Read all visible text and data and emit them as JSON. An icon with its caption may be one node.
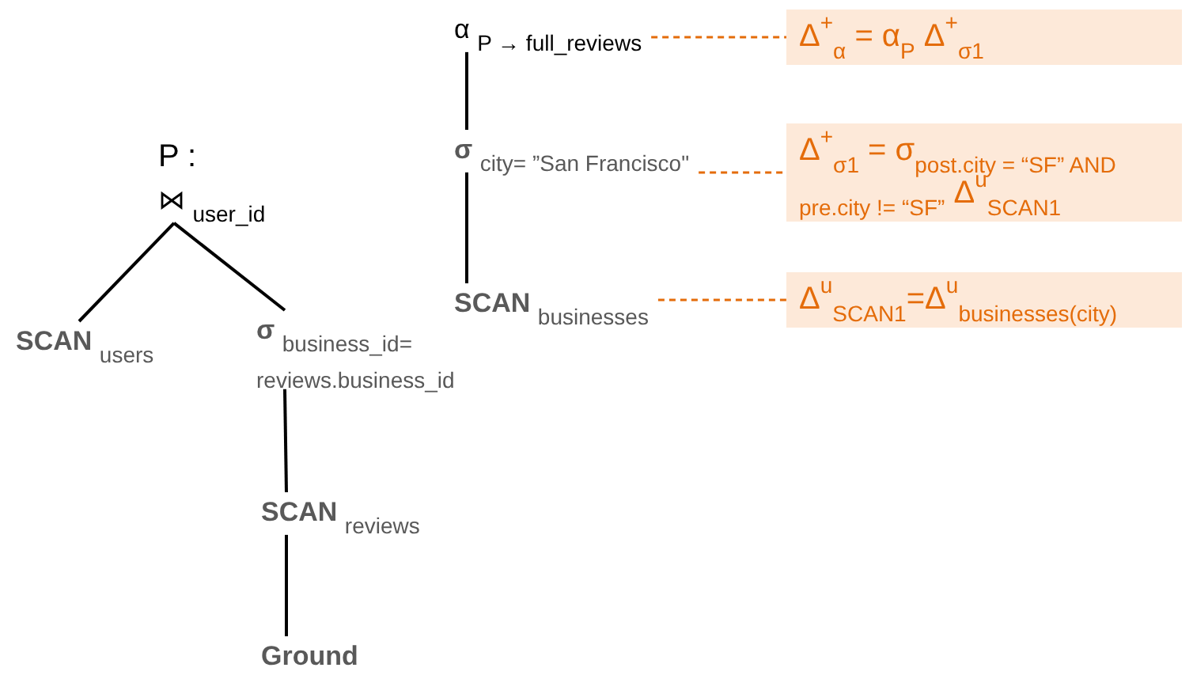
{
  "diagram": {
    "nodes": [
      {
        "text": [
          "⋈ $_{user_id}$"
        ]
      },
      {
        "text": [
          "**SCAN** $_{users}$"
        ]
      },
      {
        "text": [
          "**σ** $_{business_id= reviews.business_id}$"
        ]
      },
      {
        "text": [
          "**SCAN** $_{reviews}$"
        ]
      },
      {
        "text": [
          "Ground"
        ]
      },
      {
        "text": [
          "α $_{P → full_reviews}$"
        ]
      },
      {
        "text": [
          "**σ** $_{city= ”San Francisco\"}$"
        ]
      },
      {
        "text": [
          "**SCAN** $_{businesses}$"
        ]
      },
      {
        "text": [
          "Δ$^{+}$$_{α}$ = α$_{P}$ Δ$^{+}$$_{σ1}$"
        ]
      },
      {
        "text": [
          "Δ$^{+}$$_{σ1}$ = σ$_{post.city = “SF” AND pre.city != “SF”}$ Δ$^{u}$$_{SCAN1}$"
        ]
      },
      {
        "text": [
          "Δ$^{u}$$_{SCAN1}$=Δ$^{u}$$_{businesses(city)}$"
        ]
      }
    ],
    "edges": [
      {
        "from": 0,
        "to": 1,
        "arrow": "none"
      },
      {
        "from": 0,
        "to": 2,
        "arrow": "none"
      },
      {
        "from": 2,
        "to": 3,
        "arrow": "none"
      },
      {
        "from": 3,
        "to": 4,
        "arrow": "none"
      },
      {
        "from": 5,
        "to": 6,
        "arrow": "none"
      },
      {
        "from": 6,
        "to": 7,
        "arrow": "none"
      },
      {
        "from": 5,
        "to": 8,
        "arrow": "none",
        "style": "dashed",
        "color": "#e46c0a"
      },
      {
        "from": 6,
        "to": 9,
        "arrow": "none",
        "style": "dashed",
        "color": "#e46c0a"
      },
      {
        "from": 7,
        "to": 10,
        "arrow": "none",
        "style": "dashed",
        "color": "#e46c0a"
      }
    ],
    "labels": [
      "P :"
    ]
  }
}
